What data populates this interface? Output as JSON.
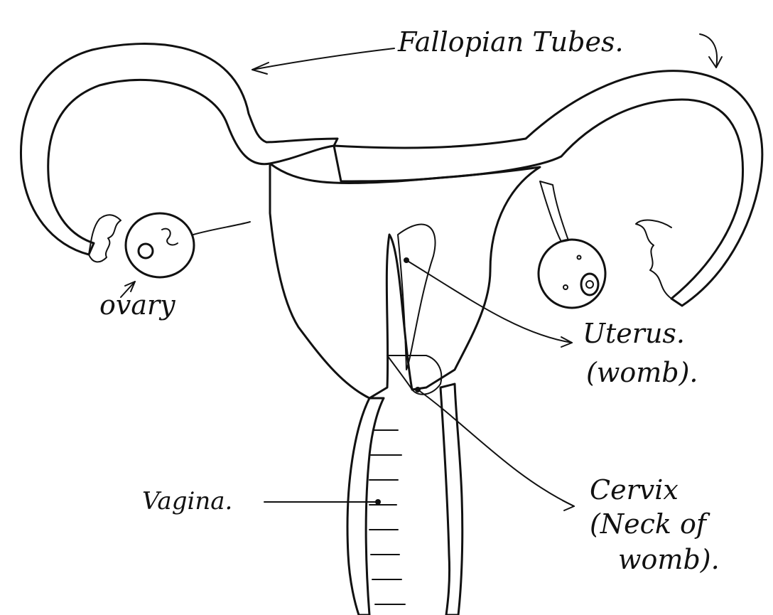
{
  "labels": {
    "fallopian_tubes": "Fallopian Tubes.",
    "ovary": "ovary",
    "uterus": "Uterus.",
    "uterus_sub": "(womb).",
    "cervix": "Cervix",
    "cervix_sub1": "(Neck of",
    "cervix_sub2": "womb).",
    "vagina": "Vagina."
  },
  "colors": {
    "ink": "#111111",
    "background": "#ffffff"
  }
}
